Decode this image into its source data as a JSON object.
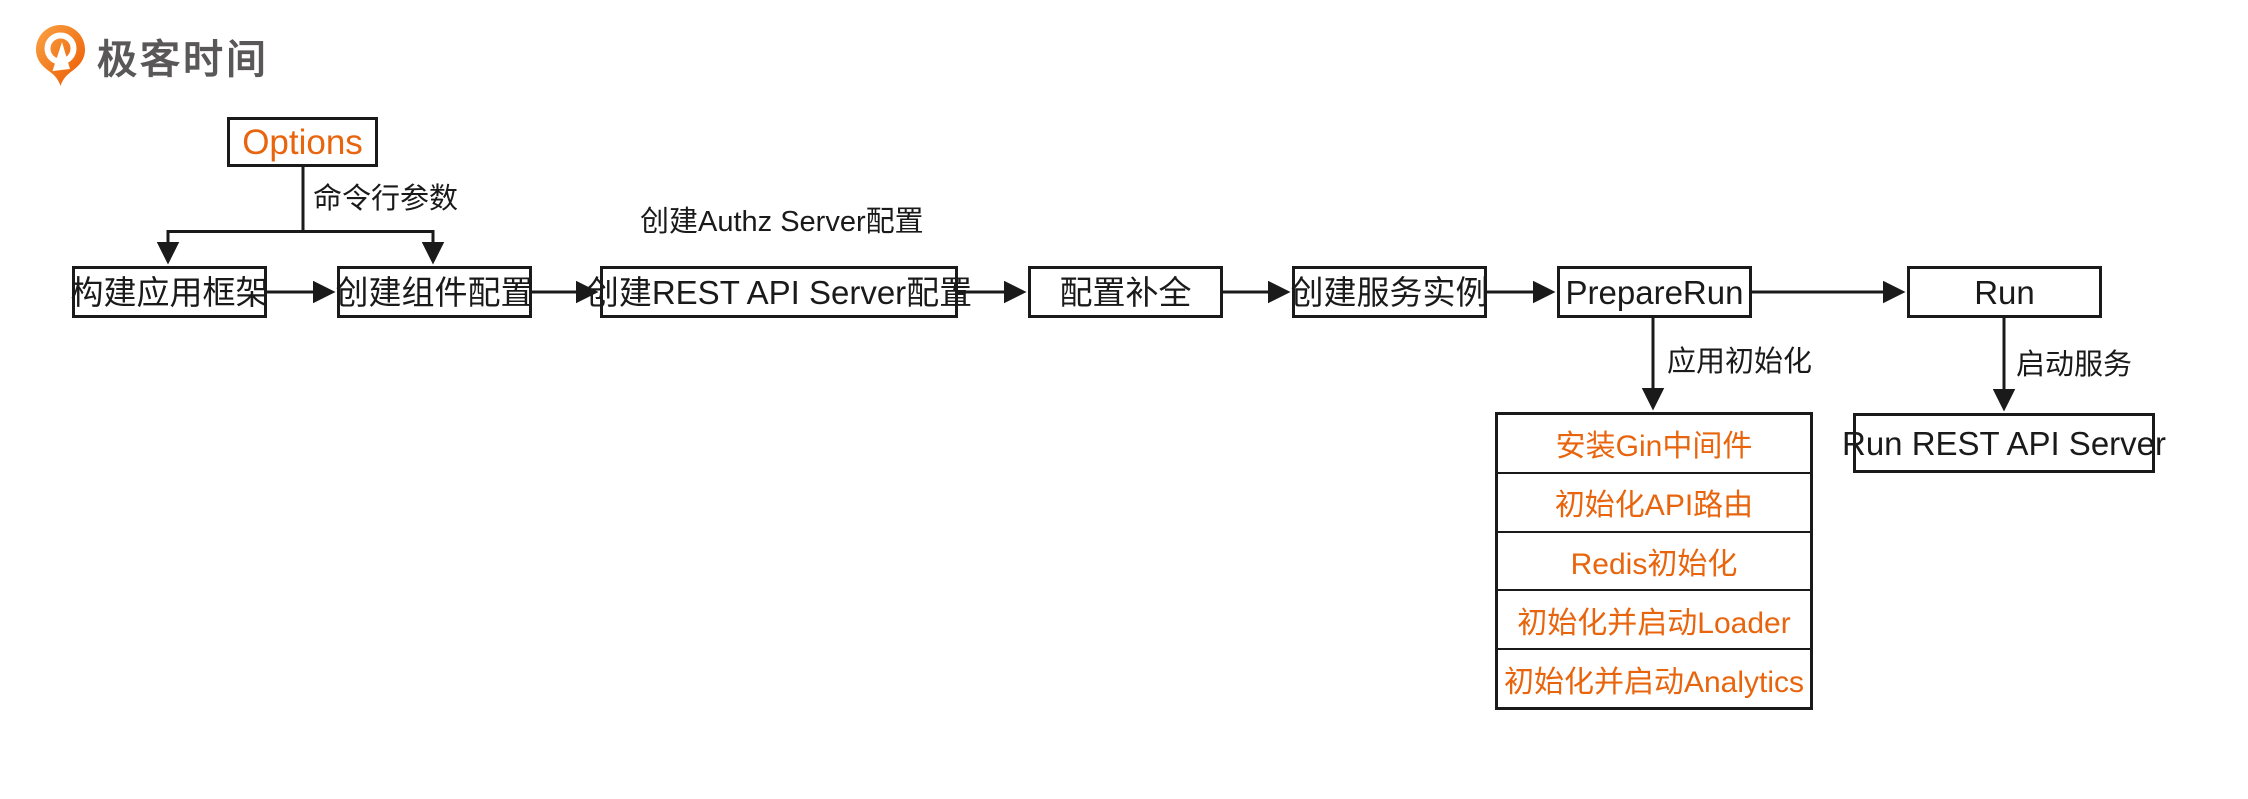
{
  "brand": {
    "name": "极客时间"
  },
  "colors": {
    "accent_orange": "#e8650e",
    "line_black": "#1a1a1a",
    "logo_gray": "#595757"
  },
  "flow": {
    "nodes": {
      "options": "Options",
      "build_app_frame": "构建应用框架",
      "create_component_config": "创建组件配置",
      "create_rest_api_server_config": "创建REST API Server配置",
      "config_completion": "配置补全",
      "create_service_instance": "创建服务实例",
      "prepare_run": "PrepareRun",
      "run": "Run",
      "run_rest_api_server": "Run REST API Server"
    },
    "edge_labels": {
      "command_line_params": "命令行参数",
      "create_authz_server_config": "创建Authz Server配置",
      "app_initialization": "应用初始化",
      "start_service": "启动服务"
    },
    "init_steps": [
      "安装Gin中间件",
      "初始化API路由",
      "Redis初始化",
      "初始化并启动Loader",
      "初始化并启动Analytics"
    ]
  }
}
